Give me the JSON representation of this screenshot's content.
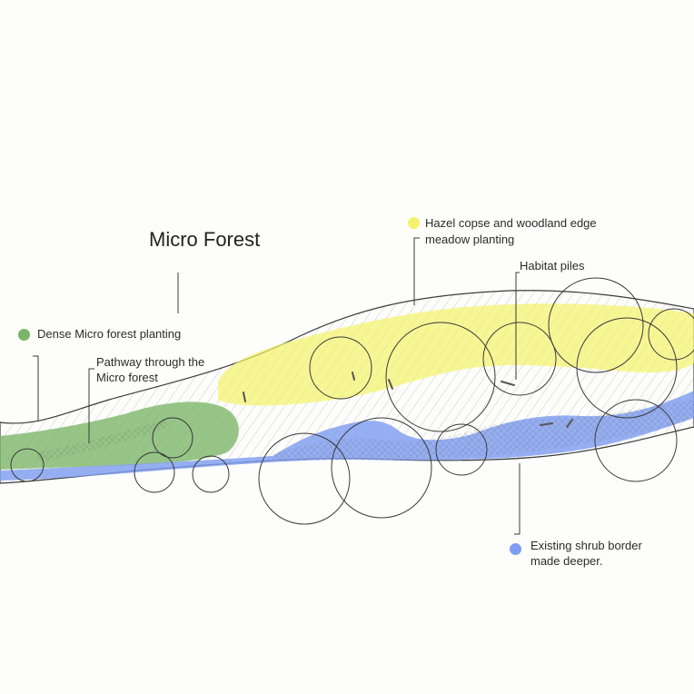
{
  "title": "Micro Forest",
  "legend": {
    "dense": {
      "text": "Dense Micro forest planting",
      "color": "#7ab567"
    },
    "pathway": {
      "line1": "Pathway through the",
      "line2": "Micro forest"
    },
    "hazel": {
      "line1": "Hazel copse and woodland edge",
      "line2": "meadow planting",
      "color": "#f3f26a"
    },
    "habitat": {
      "text": "Habitat piles"
    },
    "shrub": {
      "line1": "Existing shrub border",
      "line2": "made deeper.",
      "color": "#7f9ef0"
    }
  }
}
